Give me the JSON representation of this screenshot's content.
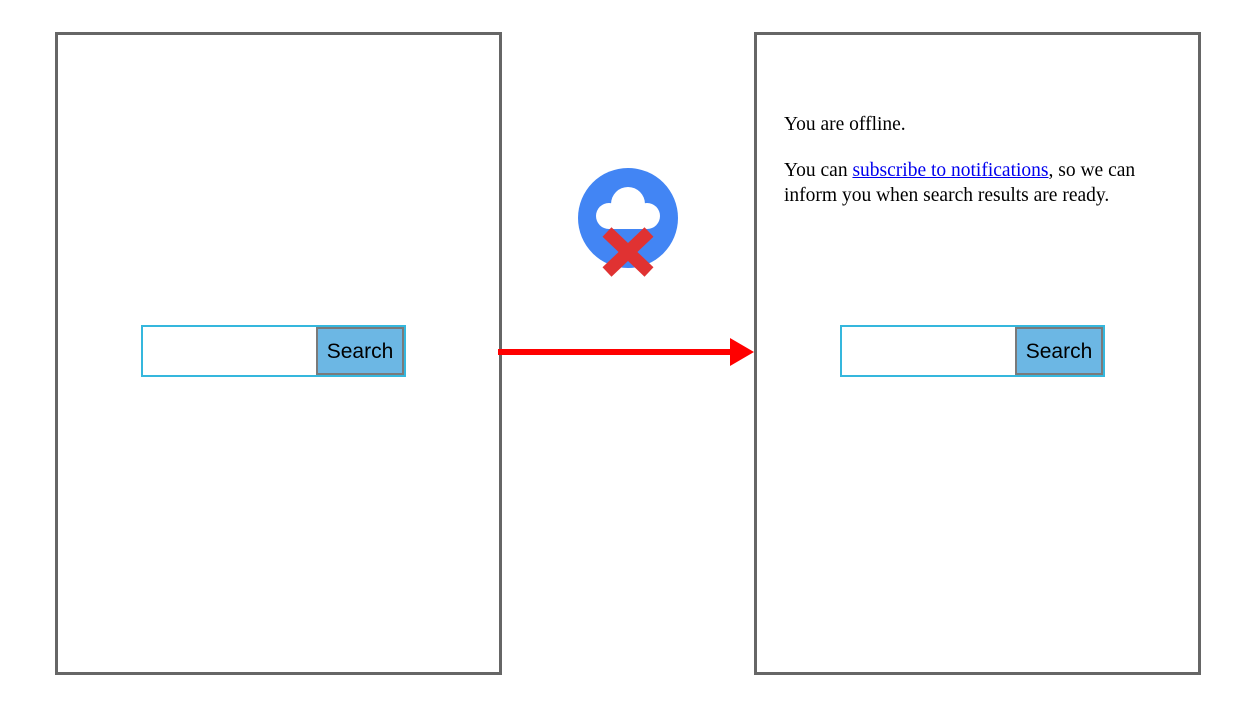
{
  "diagram": {
    "title": "Offline search transition",
    "colors": {
      "frame_border": "#666666",
      "arrow": "#ff0000",
      "cloud_badge_blue": "#4285f4",
      "cloud_white": "#ffffff",
      "cross_red": "#e03232",
      "search_border": "#35b7dd",
      "search_button_fill": "#6cb7e4",
      "search_button_border": "#7a7a7a",
      "link_blue": "#0000ee",
      "text": "#000000"
    }
  },
  "before_panel": {
    "name": "search-screen-before",
    "search": {
      "input_value": "",
      "placeholder": "",
      "button_label": "Search"
    }
  },
  "after_panel": {
    "name": "search-screen-offline",
    "messages": {
      "offline_status": "You are offline.",
      "notify_prefix": "You can ",
      "notify_link": "subscribe to notifications",
      "notify_suffix": ", so we can inform you when search results are ready."
    },
    "search": {
      "input_value": "",
      "placeholder": "",
      "button_label": "Search"
    }
  },
  "icons": {
    "offline_cloud": "offline-cloud-icon",
    "arrow": "right-arrow-icon"
  }
}
